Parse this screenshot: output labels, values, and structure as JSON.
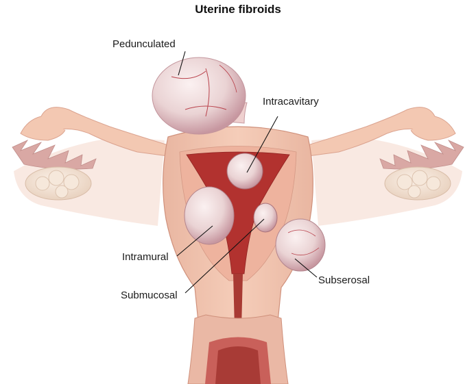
{
  "title": "Uterine fibroids",
  "labels": {
    "pedunculated": "Pedunculated",
    "intracavitary": "Intracavitary",
    "intramural": "Intramural",
    "submucosal": "Submucosal",
    "subserosal": "Subserosal"
  },
  "colors": {
    "uterus_wall": "#f2c2ad",
    "uterus_inner": "#ecae98",
    "cavity": "#b3312f",
    "tube": "#f3cdb8",
    "fimbriae": "#d7a6a1",
    "ovary": "#f4e2d3",
    "ligament": "#f6d7c9",
    "fibroid": "#efd9d9",
    "fibroid_shadow": "#c99ca3",
    "vessel": "#b23a34",
    "cervix": "#d99184",
    "vagina": "#e7a99a"
  }
}
